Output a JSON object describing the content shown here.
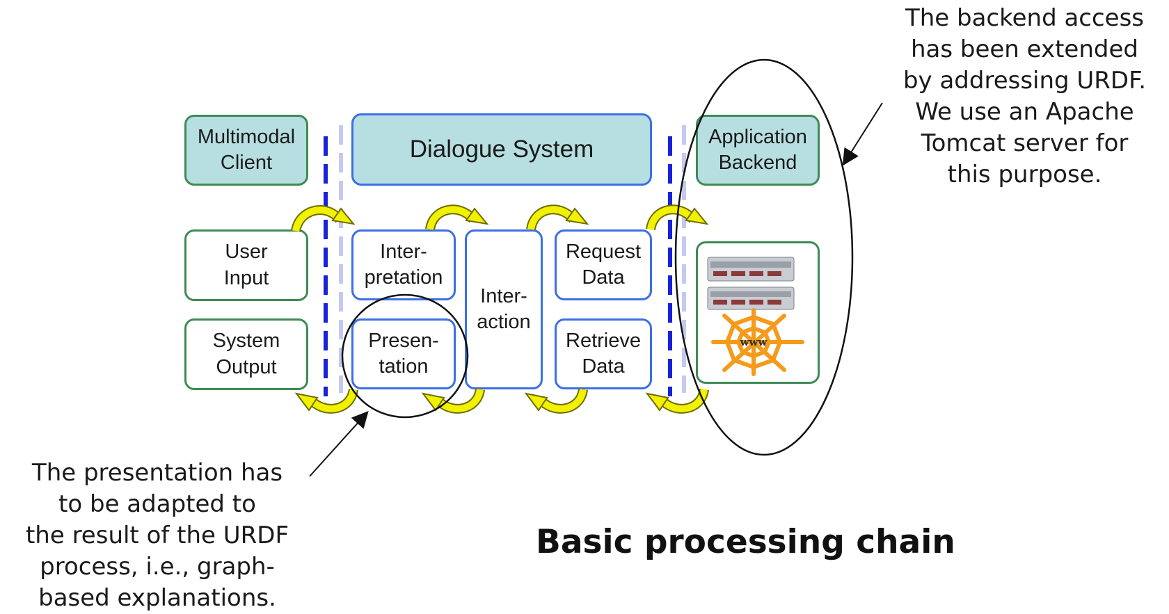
{
  "diagram": {
    "title": "Basic processing chain",
    "boxes": {
      "multimodal_client": "Multimodal\nClient",
      "dialogue_system": "Dialogue System",
      "application_backend": "Application\nBackend",
      "user_input": "User\nInput",
      "system_output": "System\nOutput",
      "interpretation": "Inter-\npretation",
      "presentation": "Presen-\ntation",
      "interaction": "Inter-\naction",
      "request_data": "Request\nData",
      "retrieve_data": "Retrieve\nData",
      "www_label": "www"
    },
    "annotations": {
      "backend_note": "The backend access\nhas been extended\nby addressing URDF.\nWe use an Apache\nTomcat server for\nthis purpose.",
      "presentation_note": "The presentation has\nto be adapted to\nthe result of the URDF\nprocess, i.e., graph-\nbased explanations."
    },
    "colors": {
      "green_border": "#3e8b55",
      "blue_border": "#3b6fe6",
      "teal_fill": "#b7dee0",
      "shadow": "#cfd0f2",
      "arrow_fill": "#f2f200",
      "divider": "#1822d8",
      "web_orange": "#f59a1a"
    }
  }
}
